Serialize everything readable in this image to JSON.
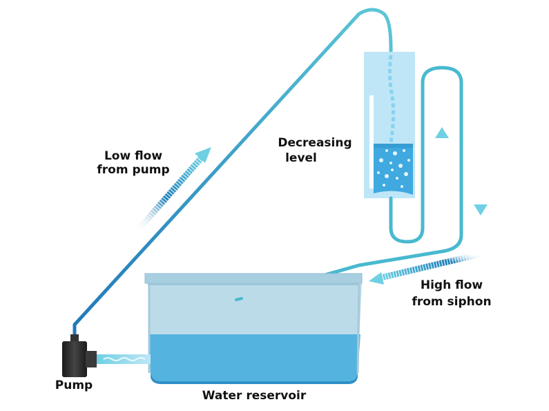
{
  "labels": {
    "low_flow_line1": "Low flow",
    "low_flow_line2": "from pump",
    "decreasing_line1": "Decreasing",
    "decreasing_line2": "level",
    "high_flow_line1": "High flow",
    "high_flow_line2": "from siphon",
    "pump": "Pump",
    "reservoir": "Water reservoir"
  },
  "colors": {
    "tube": "#3aa8cf",
    "tube_light": "#5cc7d6",
    "water": "#5ab6e2",
    "water_dark": "#2f8fc6",
    "chamber_glass": "#bfe6f7",
    "reservoir_glass": "#bcdbe8",
    "pump_body": "#2b2b2b",
    "arrow_dark": "#1f7fb8",
    "arrow_light": "#6fd0e3"
  },
  "icons": [
    "pump-icon",
    "flow-arrow-icon",
    "bubble-icon"
  ]
}
